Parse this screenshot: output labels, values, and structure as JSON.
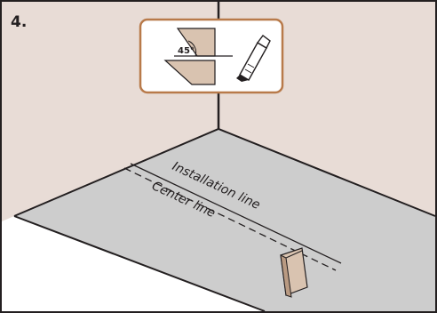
{
  "step": {
    "number": "4."
  },
  "inset": {
    "angle": "45°"
  },
  "labels": {
    "installation_line": "Installation line",
    "center_line": "Center line"
  },
  "colors": {
    "wall": "#e8dcd6",
    "floor": "#cdcdcd",
    "outline": "#231f20",
    "inset_border": "#b87a4a",
    "tile": "#d9c3b0"
  }
}
